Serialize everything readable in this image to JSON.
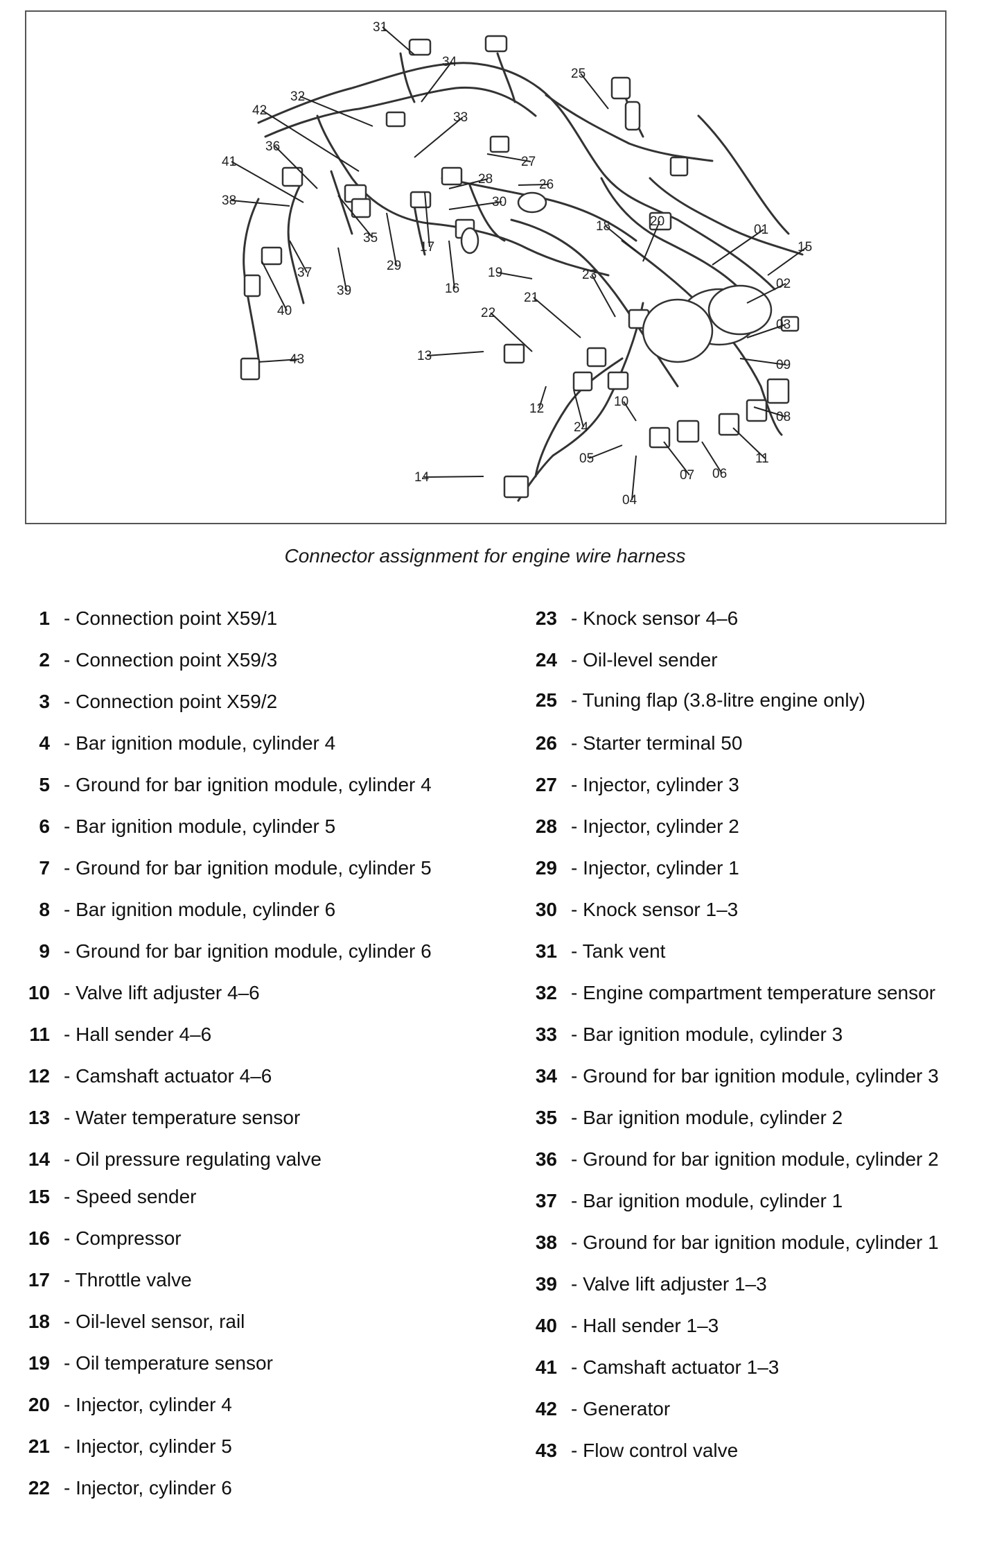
{
  "caption": "Connector assignment for engine wire harness",
  "callouts": [
    "01",
    "02",
    "03",
    "04",
    "05",
    "06",
    "07",
    "08",
    "09",
    "10",
    "11",
    "12",
    "13",
    "14",
    "15",
    "16",
    "17",
    "18",
    "19",
    "20",
    "21",
    "22",
    "23",
    "24",
    "25",
    "26",
    "27",
    "28",
    "29",
    "30",
    "31",
    "32",
    "33",
    "34",
    "35",
    "36",
    "37",
    "38",
    "39",
    "40",
    "41",
    "42",
    "43"
  ],
  "legend": [
    {
      "num": "1",
      "text": "- Connection point X59/1"
    },
    {
      "num": "2",
      "text": "- Connection point X59/3"
    },
    {
      "num": "3",
      "text": "- Connection point X59/2"
    },
    {
      "num": "4",
      "text": "- Bar ignition module, cylinder 4"
    },
    {
      "num": "5",
      "text": "- Ground for bar ignition module, cylinder 4"
    },
    {
      "num": "6",
      "text": "- Bar ignition module, cylinder 5"
    },
    {
      "num": "7",
      "text": "- Ground for bar ignition module, cylinder 5"
    },
    {
      "num": "8",
      "text": "- Bar ignition module, cylinder 6"
    },
    {
      "num": "9",
      "text": "- Ground for bar ignition module, cylinder 6"
    },
    {
      "num": "10",
      "text": "- Valve lift adjuster 4–6"
    },
    {
      "num": "11",
      "text": "- Hall sender 4–6"
    },
    {
      "num": "12",
      "text": "- Camshaft actuator 4–6"
    },
    {
      "num": "13",
      "text": "- Water temperature sensor"
    },
    {
      "num": "14",
      "text": "- Oil pressure regulating valve"
    },
    {
      "num": "15",
      "text": "- Speed sender"
    },
    {
      "num": "16",
      "text": "- Compressor"
    },
    {
      "num": "17",
      "text": "- Throttle valve"
    },
    {
      "num": "18",
      "text": "- Oil-level sensor, rail"
    },
    {
      "num": "19",
      "text": "- Oil temperature sensor"
    },
    {
      "num": "20",
      "text": "- Injector, cylinder 4"
    },
    {
      "num": "21",
      "text": "- Injector, cylinder 5"
    },
    {
      "num": "22",
      "text": "- Injector, cylinder 6"
    },
    {
      "num": "23",
      "text": "- Knock sensor 4–6"
    },
    {
      "num": "24",
      "text": "- Oil-level sender"
    },
    {
      "num": "25",
      "text": "- Tuning flap (3.8-litre engine only)"
    },
    {
      "num": "26",
      "text": "- Starter terminal 50"
    },
    {
      "num": "27",
      "text": "- Injector, cylinder 3"
    },
    {
      "num": "28",
      "text": "- Injector, cylinder 2"
    },
    {
      "num": "29",
      "text": "- Injector, cylinder 1"
    },
    {
      "num": "30",
      "text": "- Knock sensor 1–3"
    },
    {
      "num": "31",
      "text": "- Tank vent"
    },
    {
      "num": "32",
      "text": "- Engine compartment temperature sensor"
    },
    {
      "num": "33",
      "text": "- Bar ignition module, cylinder 3"
    },
    {
      "num": "34",
      "text": "- Ground for bar ignition module, cylinder 3"
    },
    {
      "num": "35",
      "text": "- Bar ignition module, cylinder 2"
    },
    {
      "num": "36",
      "text": "- Ground for bar ignition module, cylinder 2"
    },
    {
      "num": "37",
      "text": "- Bar ignition module, cylinder 1"
    },
    {
      "num": "38",
      "text": "- Ground for bar ignition module, cylinder 1"
    },
    {
      "num": "39",
      "text": "- Valve lift adjuster 1–3"
    },
    {
      "num": "40",
      "text": "- Hall sender 1–3"
    },
    {
      "num": "41",
      "text": "- Camshaft actuator 1–3"
    },
    {
      "num": "42",
      "text": "- Generator"
    },
    {
      "num": "43",
      "text": "- Flow control valve"
    }
  ]
}
